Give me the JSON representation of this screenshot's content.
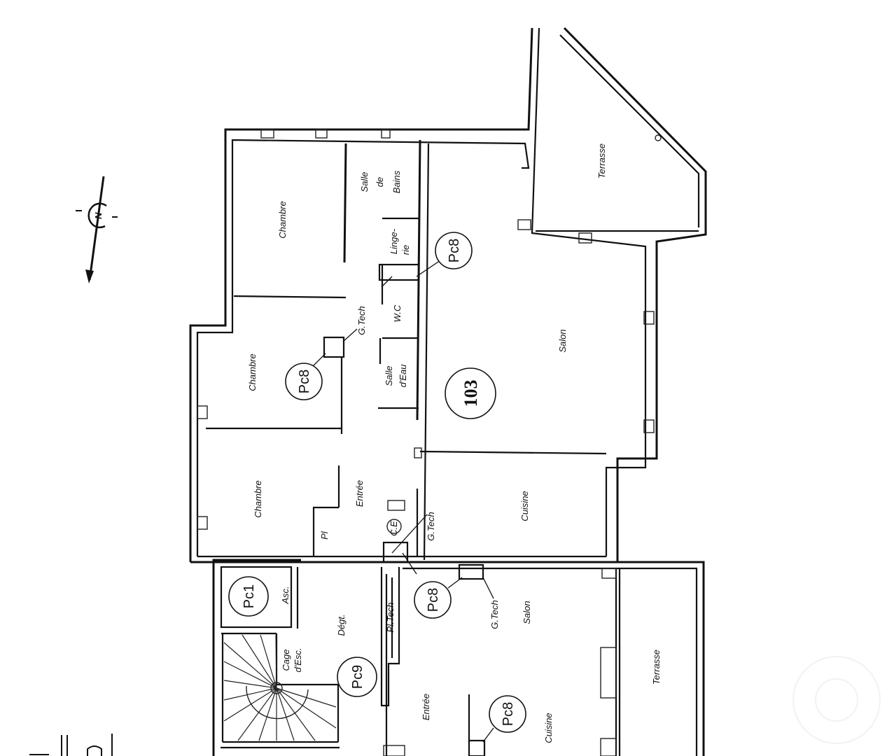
{
  "plan": {
    "unit_number": "103",
    "north_label": "N",
    "upper_unit": {
      "rooms": [
        {
          "id": "chambre_1",
          "label": "Chambre"
        },
        {
          "id": "salle_de_bains",
          "label_lines": [
            "Salle",
            "de",
            "Bains"
          ]
        },
        {
          "id": "lingerie",
          "label_lines": [
            "Linge-",
            "rie"
          ]
        },
        {
          "id": "chambre_2",
          "label": "Chambre"
        },
        {
          "id": "wc",
          "label": "W.C"
        },
        {
          "id": "salle_eau",
          "label_lines": [
            "Salle",
            "d'Eau"
          ]
        },
        {
          "id": "chambre_3",
          "label": "Chambre"
        },
        {
          "id": "placard",
          "label": "Pl"
        },
        {
          "id": "entree",
          "label": "Entrée"
        },
        {
          "id": "salon",
          "label": "Salon"
        },
        {
          "id": "cuisine",
          "label": "Cuisine"
        },
        {
          "id": "terrasse",
          "label": "Terrasse"
        }
      ],
      "annotations": {
        "gtech_1": "G.Tech",
        "gtech_2": "G.Tech",
        "ce": "C.E"
      }
    },
    "common": {
      "rooms": [
        {
          "id": "asc",
          "label": "Asc."
        },
        {
          "id": "degt",
          "label": "Dégt."
        },
        {
          "id": "cage_esc",
          "label_lines": [
            "Cage",
            "d'Esc."
          ]
        },
        {
          "id": "pl_tech",
          "label": "Pl.Tech"
        }
      ]
    },
    "lower_unit": {
      "rooms": [
        {
          "id": "salon",
          "label": "Salon"
        },
        {
          "id": "entree",
          "label": "Entrée"
        },
        {
          "id": "cuisine",
          "label": "Cuisine"
        },
        {
          "id": "terrasse",
          "label": "Terrasse"
        }
      ],
      "annotations": {
        "gtech": "G.Tech"
      }
    },
    "refs": {
      "pc8_a": "Pc8",
      "pc8_b": "Pc8",
      "pc8_c": "Pc8",
      "pc8_d": "Pc8",
      "pc1": "Pc1",
      "pc9": "Pc9"
    },
    "colors": {
      "ink": "#111111",
      "paper": "#ffffff"
    }
  }
}
